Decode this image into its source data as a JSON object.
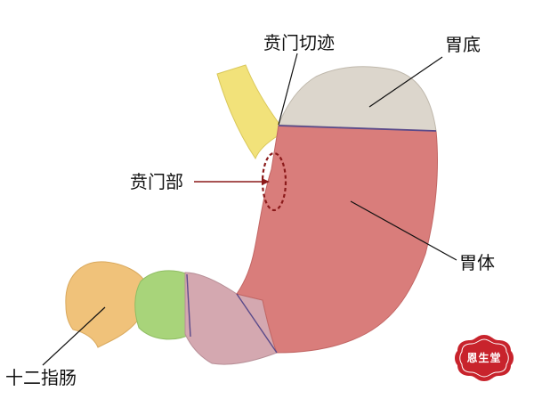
{
  "labels": {
    "cardiac_notch": "贲门切迹",
    "fundus": "胃底",
    "cardia": "贲门部",
    "body": "胃体",
    "duodenum": "十二指肠"
  },
  "seal": {
    "text": "恩生堂"
  },
  "colors": {
    "esophagus": "#f2e27a",
    "fundus": "#dcd6cc",
    "body": "#d97d7b",
    "antrum": "#d4a8b0",
    "pylorus_bulb": "#a8d47a",
    "duodenum": "#f0c27a",
    "boundary_line": "#5a4a8a",
    "cardia_marker": "#8b1a1a",
    "leader_line": "#111111",
    "seal": "#c8232c"
  }
}
